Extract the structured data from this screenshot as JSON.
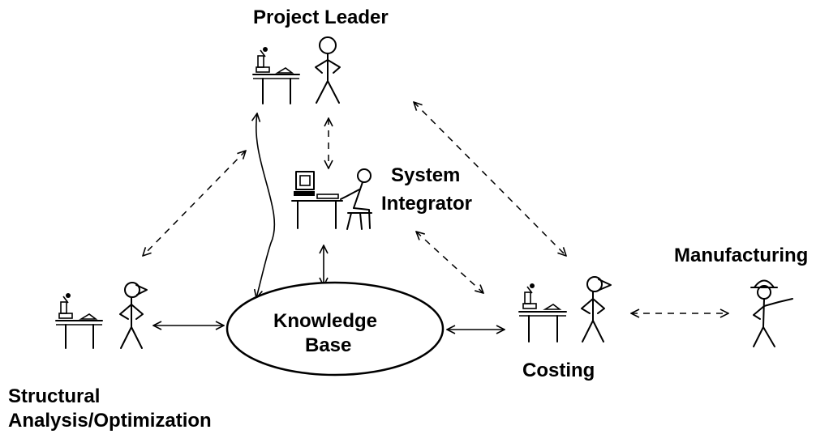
{
  "diagram": {
    "title": "",
    "nodes": {
      "project_leader": {
        "label": "Project Leader"
      },
      "system_integrator": {
        "label_line1": "System",
        "label_line2": "Integrator"
      },
      "knowledge_base": {
        "label_line1": "Knowledge",
        "label_line2": "Base"
      },
      "structural": {
        "label_line1": "Structural",
        "label_line2": "Analysis/Optimization"
      },
      "costing": {
        "label": "Costing"
      },
      "manufacturing": {
        "label": "Manufacturing"
      }
    },
    "links": [
      {
        "from": "Project Leader",
        "to": "Knowledge Base",
        "style": "solid",
        "arrows": "both"
      },
      {
        "from": "Project Leader",
        "to": "System Integrator",
        "style": "dashed",
        "arrows": "both"
      },
      {
        "from": "Project Leader",
        "to": "Structural Analysis/Optimization",
        "style": "dashed",
        "arrows": "both"
      },
      {
        "from": "Project Leader",
        "to": "Costing",
        "style": "dashed",
        "arrows": "both"
      },
      {
        "from": "System Integrator",
        "to": "Knowledge Base",
        "style": "solid",
        "arrows": "both"
      },
      {
        "from": "System Integrator",
        "to": "Costing",
        "style": "dashed",
        "arrows": "both"
      },
      {
        "from": "Structural Analysis/Optimization",
        "to": "Knowledge Base",
        "style": "solid",
        "arrows": "both"
      },
      {
        "from": "Knowledge Base",
        "to": "Costing",
        "style": "solid",
        "arrows": "both"
      },
      {
        "from": "Costing",
        "to": "Manufacturing",
        "style": "dashed",
        "arrows": "both"
      }
    ],
    "colors": {
      "ink": "#000000",
      "background": "#ffffff"
    }
  }
}
